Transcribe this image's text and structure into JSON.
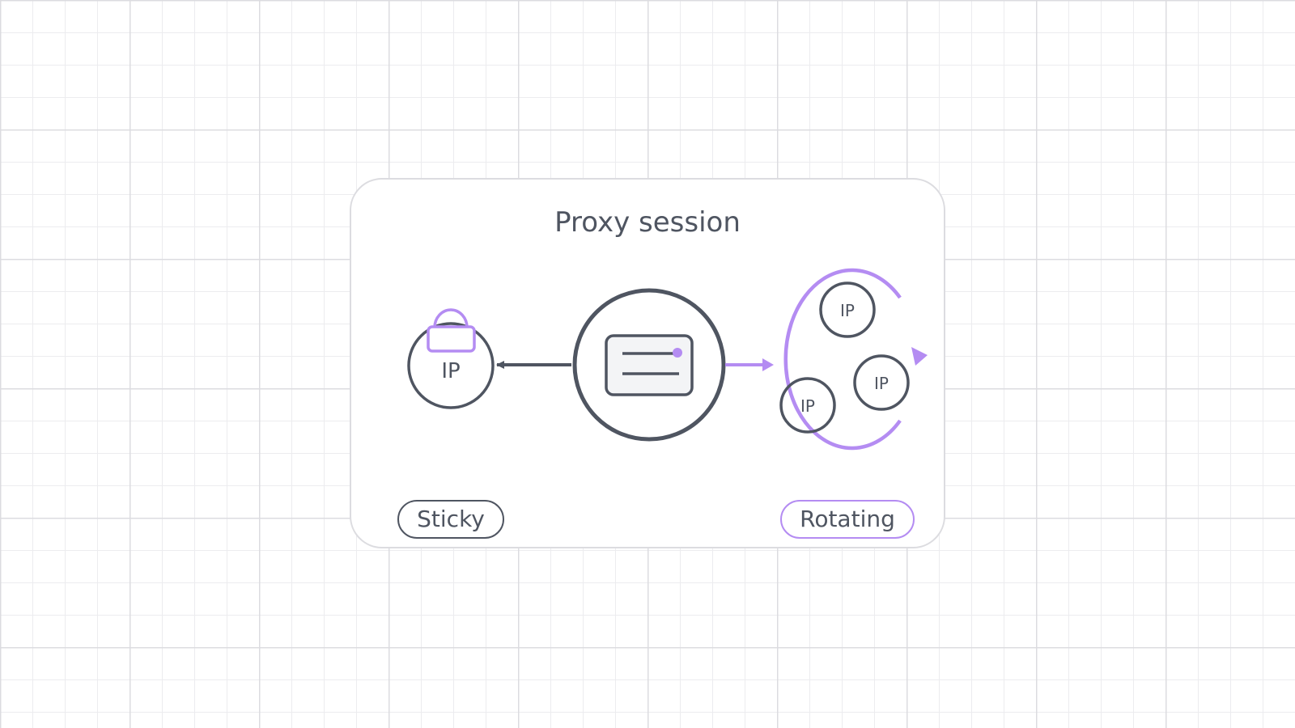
{
  "title": "Proxy session",
  "colors": {
    "stroke": "#4f5561",
    "accent": "#b48cf2",
    "card_border": "#dcdce0",
    "server_fill": "#f3f4f6"
  },
  "center": {
    "icon": "server-icon"
  },
  "sticky": {
    "ip_label": "IP",
    "lock_icon": "lock-icon",
    "label": "Sticky"
  },
  "rotating": {
    "ip_labels": [
      "IP",
      "IP",
      "IP"
    ],
    "cycle_icon": "cycle-arrow-icon",
    "label": "Rotating"
  }
}
